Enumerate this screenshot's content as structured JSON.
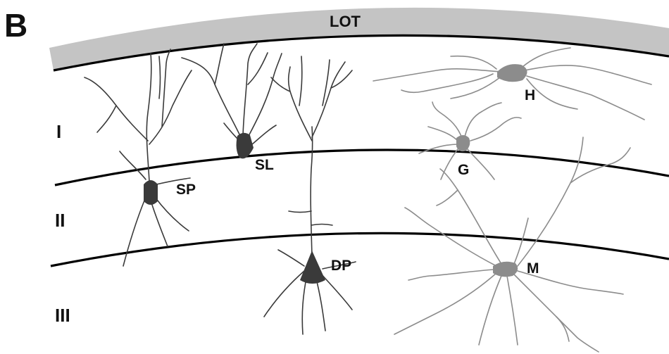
{
  "panel_label": "B",
  "lot_label": "LOT",
  "layers": [
    "I",
    "II",
    "III"
  ],
  "cells": {
    "sp": "SP",
    "sl": "SL",
    "dp": "DP",
    "h": "H",
    "g": "G",
    "m": "M"
  },
  "colors": {
    "lot_band": "#c4c4c4",
    "boundary": "#000000",
    "principal_cell": "#3a3a3a",
    "interneuron": "#8c8c8c"
  }
}
